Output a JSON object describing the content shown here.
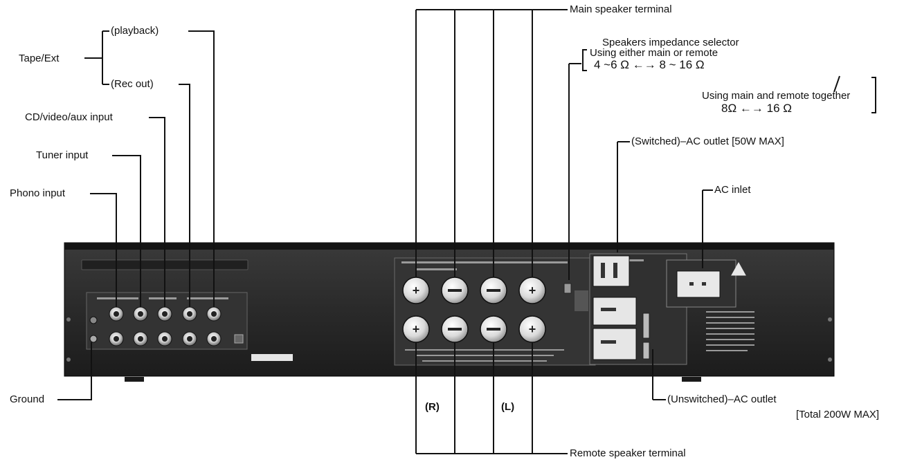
{
  "callouts": {
    "tape_ext": "Tape/Ext",
    "playback": "(playback)",
    "rec_out": "(Rec out)",
    "cd_video_aux": "CD/video/aux input",
    "tuner": "Tuner input",
    "phono": "Phono input",
    "ground": "Ground",
    "main_speaker": "Main speaker terminal",
    "remote_speaker": "Remote speaker terminal",
    "speaker_right": "(R)",
    "speaker_left": "(L)",
    "impedance_title": "Speakers impedance selector",
    "impedance_line1": "Using either main or remote",
    "impedance_values1": "4 ~6 Ω ←→ 8 ~ 16 Ω",
    "impedance_line2": "Using main and remote together",
    "impedance_values2": "8Ω ←→ 16 Ω",
    "switched_outlet": "(Switched)–AC outlet [50W MAX]",
    "ac_inlet": "AC inlet",
    "unswitched_outlet": "(Unswitched)–AC outlet",
    "unswitched_max": "[Total 200W MAX]"
  },
  "colors": {
    "panel": "#2a2a2a",
    "panel_dark": "#161616",
    "panel_face": "#3c3c3c",
    "terminal": "#e8e8e8",
    "line": "#111111"
  }
}
